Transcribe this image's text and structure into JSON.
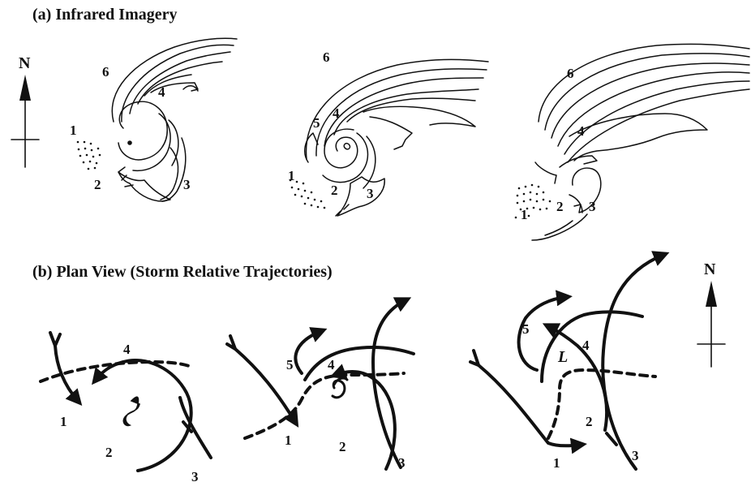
{
  "panel_a": {
    "title": "(a) Infrared Imagery",
    "compass": "N",
    "frames": [
      {
        "labels": {
          "1": "1",
          "2": "2",
          "3": "3",
          "4": "4",
          "6": "6"
        }
      },
      {
        "labels": {
          "1": "1",
          "2": "2",
          "3": "3",
          "4": "4",
          "5": "5",
          "6": "6"
        }
      },
      {
        "labels": {
          "1": "1",
          "2": "2",
          "3": "3",
          "4": "4",
          "6": "6"
        }
      }
    ]
  },
  "panel_b": {
    "title": "(b) Plan View (Storm Relative Trajectories)",
    "compass": "N",
    "low_label": "L",
    "frames": [
      {
        "labels": {
          "1": "1",
          "2": "2",
          "3": "3",
          "4": "4"
        }
      },
      {
        "labels": {
          "1": "1",
          "2": "2",
          "3": "3",
          "4": "4",
          "5": "5"
        }
      },
      {
        "labels": {
          "1": "1",
          "2": "2",
          "3": "3",
          "4": "4",
          "5": "5"
        }
      }
    ]
  }
}
